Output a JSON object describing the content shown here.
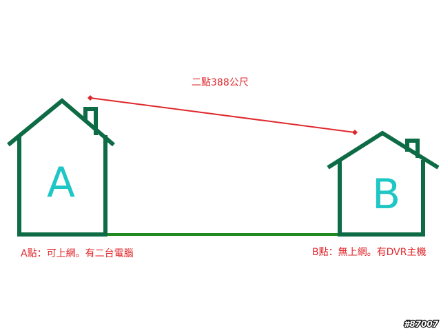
{
  "distance_label": "二點388公尺",
  "house_a": {
    "letter": "A",
    "caption": "A點：可上網。有二台電腦"
  },
  "house_b": {
    "letter": "B",
    "caption": "B點：無上網。有DVR主機"
  },
  "watermark": "#87007",
  "colors": {
    "house_outline": "#0d6b45",
    "ground_line": "#1f8a1f",
    "distance_line": "#e0262b",
    "letter": "#1ec6c6",
    "caption": "#e0262b"
  },
  "icons": [
    "house-a-icon",
    "house-b-icon"
  ]
}
